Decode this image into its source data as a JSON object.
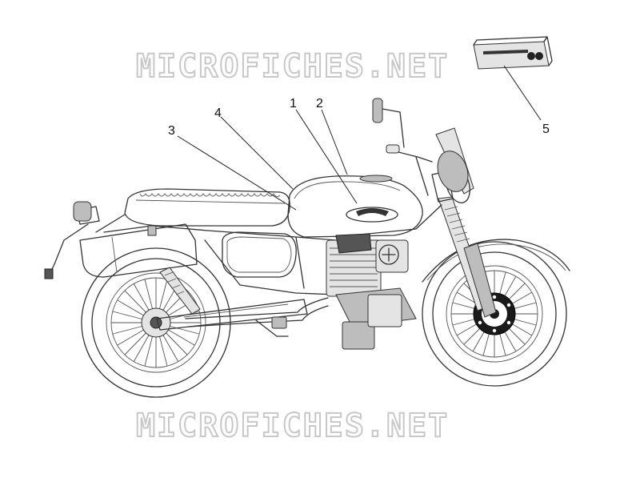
{
  "watermark": {
    "text": "MICROFICHES.NET"
  },
  "callouts": [
    "1",
    "2",
    "3",
    "4",
    "5"
  ]
}
